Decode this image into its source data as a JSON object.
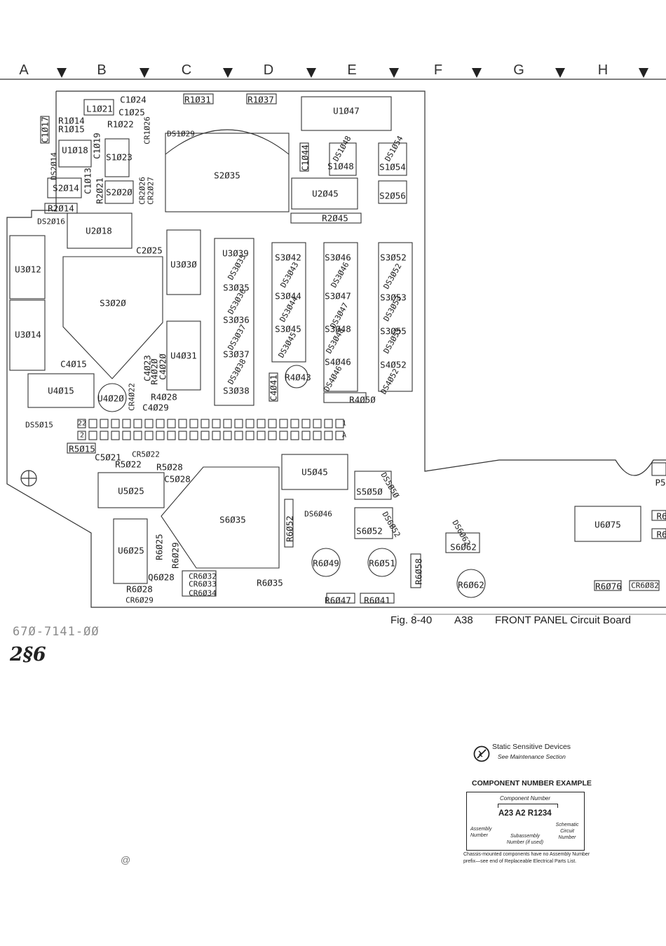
{
  "grid_columns": [
    {
      "letter": "A"
    },
    {
      "letter": "B"
    },
    {
      "letter": "C"
    },
    {
      "letter": "D"
    },
    {
      "letter": "E"
    },
    {
      "letter": "F"
    },
    {
      "letter": "G"
    },
    {
      "letter": "H"
    }
  ],
  "components": [
    {
      "ref": "C1024"
    },
    {
      "ref": "L1021"
    },
    {
      "ref": "C1025"
    },
    {
      "ref": "R1031"
    },
    {
      "ref": "R1037"
    },
    {
      "ref": "U1047"
    },
    {
      "ref": "C1017"
    },
    {
      "ref": "R1014"
    },
    {
      "ref": "R1015"
    },
    {
      "ref": "R1022"
    },
    {
      "ref": "CR1026"
    },
    {
      "ref": "DS1029"
    },
    {
      "ref": "C1019"
    },
    {
      "ref": "U1018"
    },
    {
      "ref": "S1023"
    },
    {
      "ref": "DS2014"
    },
    {
      "ref": "S2035"
    },
    {
      "ref": "C1044"
    },
    {
      "ref": "DS1048"
    },
    {
      "ref": "S1048"
    },
    {
      "ref": "DS1054"
    },
    {
      "ref": "S1054"
    },
    {
      "ref": "C1013"
    },
    {
      "ref": "S2014"
    },
    {
      "ref": "R2021"
    },
    {
      "ref": "S2020"
    },
    {
      "ref": "CR2026"
    },
    {
      "ref": "CR2027"
    },
    {
      "ref": "U2045"
    },
    {
      "ref": "S2056"
    },
    {
      "ref": "R2014"
    },
    {
      "ref": "R2045"
    },
    {
      "ref": "DS2016"
    },
    {
      "ref": "U2018"
    },
    {
      "ref": "C2025"
    },
    {
      "ref": "U3039"
    },
    {
      "ref": "S3042"
    },
    {
      "ref": "S3046"
    },
    {
      "ref": "S3052"
    },
    {
      "ref": "U3030"
    },
    {
      "ref": "U3012"
    },
    {
      "ref": "DS3035"
    },
    {
      "ref": "DS3043"
    },
    {
      "ref": "DS3046"
    },
    {
      "ref": "DS3052"
    },
    {
      "ref": "S3035"
    },
    {
      "ref": "S3020"
    },
    {
      "ref": "DS3036"
    },
    {
      "ref": "S3044"
    },
    {
      "ref": "S3047"
    },
    {
      "ref": "S3053"
    },
    {
      "ref": "DS3044"
    },
    {
      "ref": "DS3047"
    },
    {
      "ref": "DS3053"
    },
    {
      "ref": "S3036"
    },
    {
      "ref": "S3045"
    },
    {
      "ref": "S3048"
    },
    {
      "ref": "S3055"
    },
    {
      "ref": "U3014"
    },
    {
      "ref": "DS3037"
    },
    {
      "ref": "DS3045"
    },
    {
      "ref": "DS3048"
    },
    {
      "ref": "DS3055"
    },
    {
      "ref": "S3037"
    },
    {
      "ref": "U4031"
    },
    {
      "ref": "C4023"
    },
    {
      "ref": "C4015"
    },
    {
      "ref": "R4020"
    },
    {
      "ref": "C4020"
    },
    {
      "ref": "DS3038"
    },
    {
      "ref": "S4046"
    },
    {
      "ref": "S4052"
    },
    {
      "ref": "R4043"
    },
    {
      "ref": "DS4046"
    },
    {
      "ref": "DS4052"
    },
    {
      "ref": "U4015"
    },
    {
      "ref": "S3038"
    },
    {
      "ref": "C4041"
    },
    {
      "ref": "CR4022"
    },
    {
      "ref": "U4020"
    },
    {
      "ref": "R4028"
    },
    {
      "ref": "R4050"
    },
    {
      "ref": "C4029"
    },
    {
      "ref": "DS5015"
    },
    {
      "ref": "R5015"
    },
    {
      "ref": "C5021"
    },
    {
      "ref": "CR5022"
    },
    {
      "ref": "R5022"
    },
    {
      "ref": "R5028"
    },
    {
      "ref": "U5045"
    },
    {
      "ref": "C5028"
    },
    {
      "ref": "U5025"
    },
    {
      "ref": "S5050"
    },
    {
      "ref": "DS5050"
    },
    {
      "ref": "S6035"
    },
    {
      "ref": "DS6046"
    },
    {
      "ref": "R6052"
    },
    {
      "ref": "DS6052"
    },
    {
      "ref": "S6052"
    },
    {
      "ref": "DS6062"
    },
    {
      "ref": "U6075"
    },
    {
      "ref": "U6025"
    },
    {
      "ref": "R6025"
    },
    {
      "ref": "R6029"
    },
    {
      "ref": "S6062"
    },
    {
      "ref": "R6049"
    },
    {
      "ref": "R6051"
    },
    {
      "ref": "R6058"
    },
    {
      "ref": "Q6028"
    },
    {
      "ref": "CR6032"
    },
    {
      "ref": "CR6033"
    },
    {
      "ref": "R6035"
    },
    {
      "ref": "R6062"
    },
    {
      "ref": "R6076"
    },
    {
      "ref": "CR6082"
    },
    {
      "ref": "R6028"
    },
    {
      "ref": "CR6034"
    },
    {
      "ref": "CR6029"
    },
    {
      "ref": "R6047"
    },
    {
      "ref": "R6041"
    },
    {
      "ref": "P5"
    },
    {
      "ref": "R6"
    },
    {
      "ref": "R6"
    }
  ],
  "connector_pins": {
    "pin_22": "22",
    "pin_2": "2",
    "pin_1": "1",
    "pin_a": "A"
  },
  "caption": {
    "figure": "Fig. 8-40",
    "board": "A38",
    "title": "FRONT PANEL Circuit Board"
  },
  "part_number": "670-7141-00",
  "handwritten_note": "2§6",
  "at_mark": "@",
  "legend": {
    "static_title": "Static Sensitive Devices",
    "static_subtitle": "See Maintenance Section",
    "example_title": "COMPONENT NUMBER EXAMPLE",
    "component_number": "Component Number",
    "example_code": "A23 A2 R1234",
    "assembly_number": "Assembly Number",
    "subassembly_number": "Subassembly Number (if used)",
    "schematic_number": "Schematic Circuit Number",
    "footnote_line1": "Chassis-mounted components have no Assembly Number",
    "footnote_line2": "prefix—see end of Replaceable Electrical Parts List."
  }
}
